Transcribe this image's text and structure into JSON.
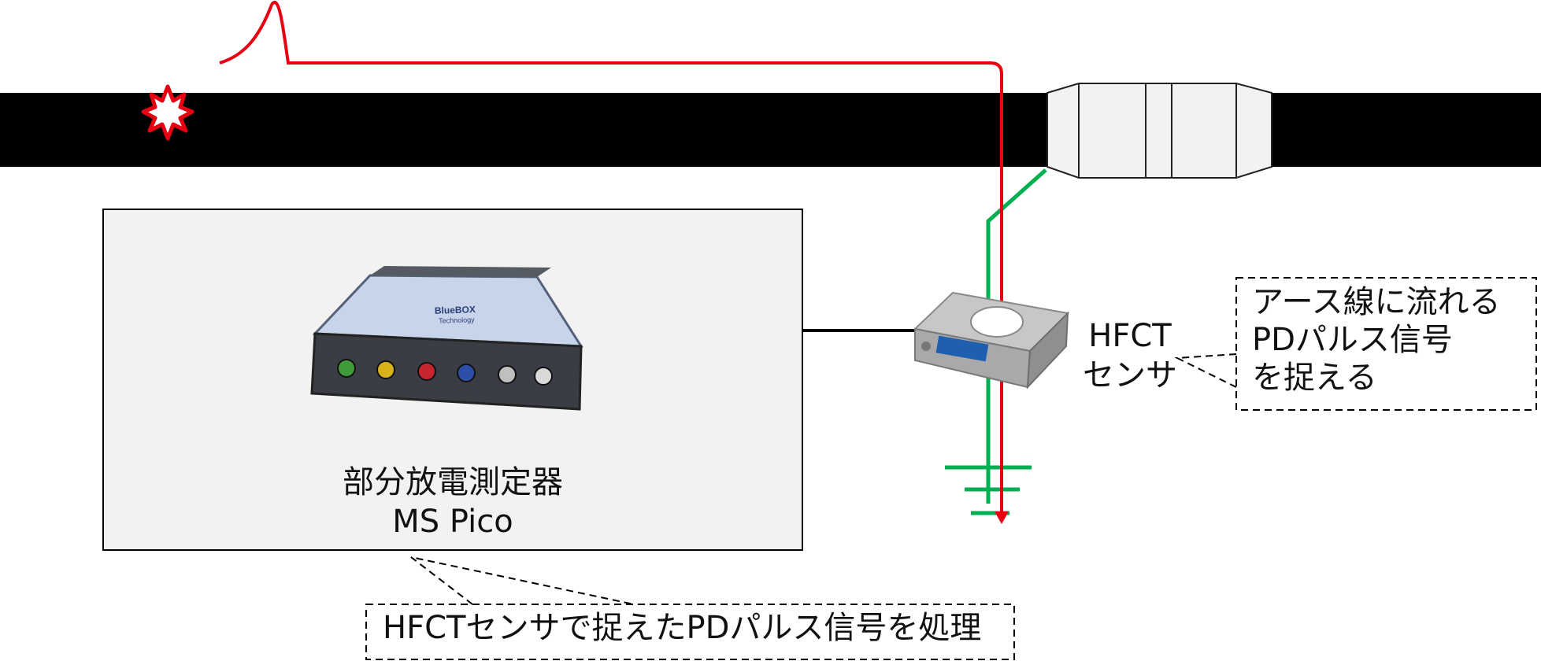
{
  "device": {
    "name_line1": "部分放電測定器",
    "name_line2": "MS Pico",
    "brand": "BlueBOX Technology"
  },
  "sensor": {
    "label_line1": "HFCT",
    "label_line2": "センサ"
  },
  "notes": {
    "right_line1": "アース線に流れる",
    "right_line2": "PDパルス信号",
    "right_line3": "を捉える",
    "bottom": "HFCTセンサで捉えたPDパルス信号を処理"
  },
  "colors": {
    "pd_signal": "#e60012",
    "earth_wire": "#00b050",
    "cable": "#000000",
    "panel": "#f2f2f2"
  },
  "icons": [
    "discharge-spark-icon",
    "cable-joint-icon",
    "ground-symbol-icon"
  ]
}
